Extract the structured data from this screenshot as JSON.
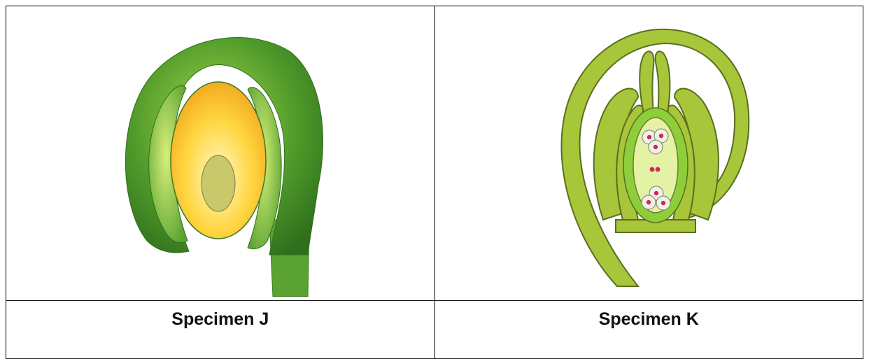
{
  "specimens": [
    {
      "caption": "Specimen J",
      "image": "immature ovule illustration (green integuments, yellow nucellus)"
    },
    {
      "caption": "Specimen K",
      "image": "anatropous ovule illustration with embryo sac"
    }
  ]
}
